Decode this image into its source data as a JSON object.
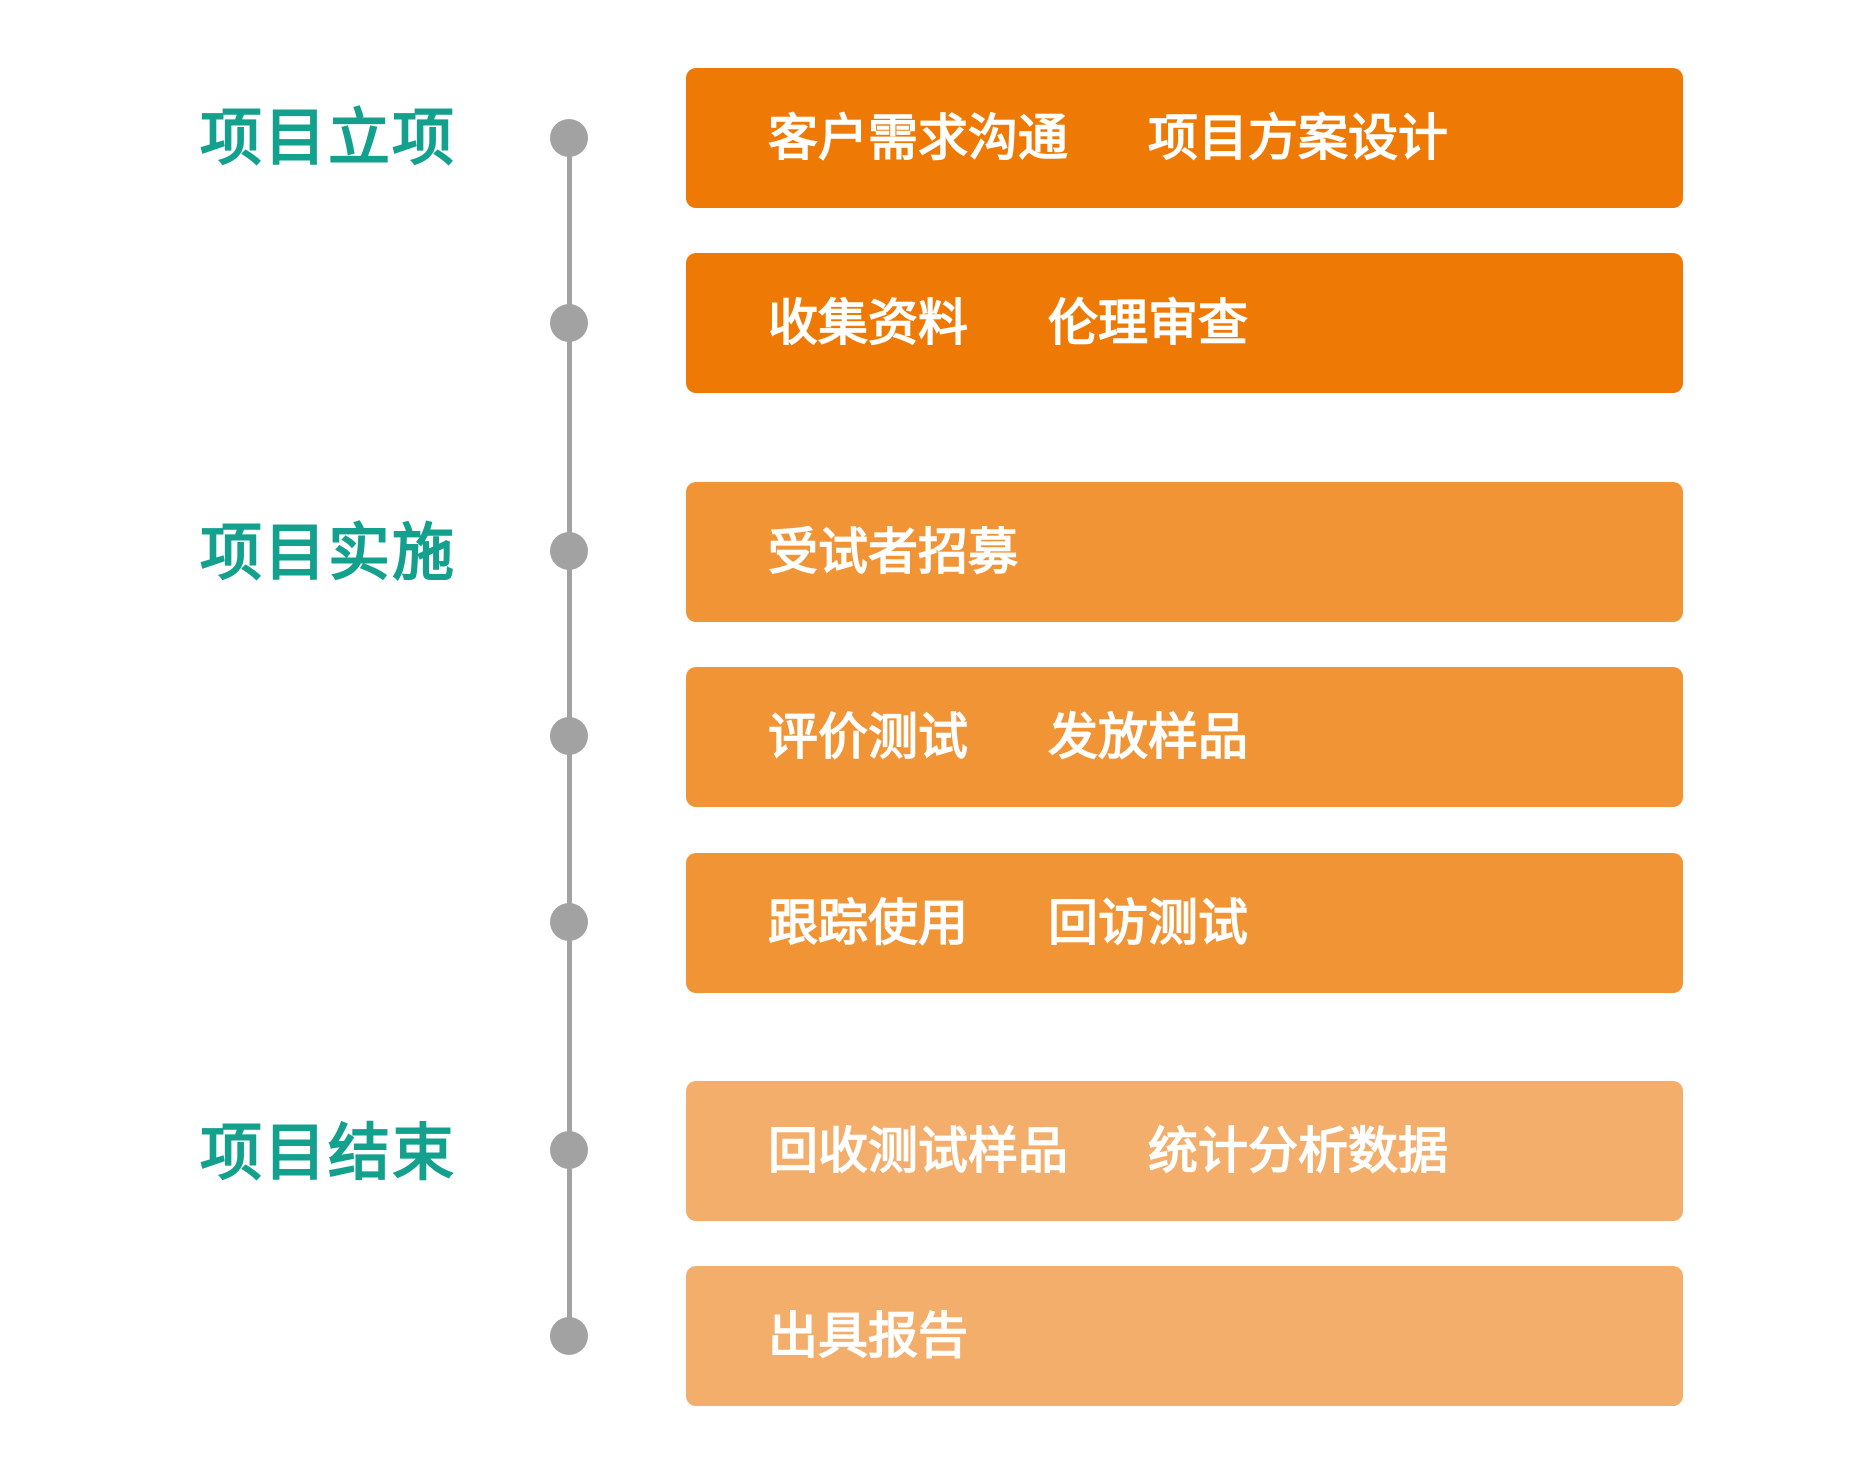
{
  "phases": [
    {
      "label": "项目立项"
    },
    {
      "label": "项目实施"
    },
    {
      "label": "项目结束"
    }
  ],
  "steps": [
    {
      "items": [
        "客户需求沟通",
        "项目方案设计"
      ]
    },
    {
      "items": [
        "收集资料",
        "伦理审查"
      ]
    },
    {
      "items": [
        "受试者招募"
      ]
    },
    {
      "items": [
        "评价测试",
        "发放样品"
      ]
    },
    {
      "items": [
        "跟踪使用",
        "回访测试"
      ]
    },
    {
      "items": [
        "回收测试样品",
        "统计分析数据"
      ]
    },
    {
      "items": [
        "出具报告"
      ]
    }
  ],
  "colors": {
    "phase_text": "#13a08d",
    "timeline": "#a2a2a2",
    "step_initiation": "#ee7a05",
    "step_implementation": "#f09435",
    "step_closure": "#f3ae6b",
    "step_text": "#ffffff"
  }
}
